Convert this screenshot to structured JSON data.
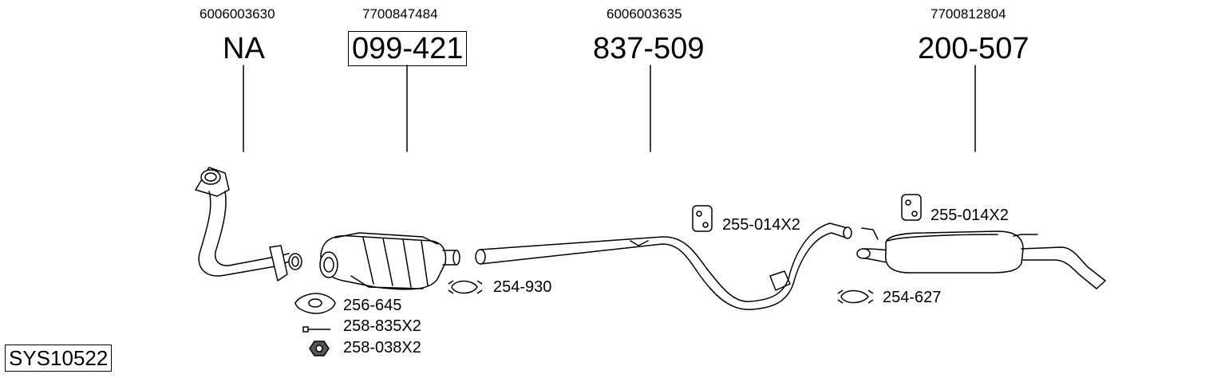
{
  "system_code": "SYS10522",
  "columns": [
    {
      "oe_number": "6006003630",
      "part_number": "NA",
      "boxed": false
    },
    {
      "oe_number": "7700847484",
      "part_number": "099-421",
      "boxed": true
    },
    {
      "oe_number": "6006003635",
      "part_number": "837-509",
      "boxed": false
    },
    {
      "oe_number": "7700812804",
      "part_number": "200-507",
      "boxed": false
    }
  ],
  "accessories": [
    {
      "label": "256-645",
      "icon": "gasket-icon"
    },
    {
      "label": "258-835X2",
      "icon": "bolt-icon"
    },
    {
      "label": "258-038X2",
      "icon": "nut-icon"
    },
    {
      "label": "254-930",
      "icon": "clamp-icon"
    },
    {
      "label": "255-014X2",
      "icon": "hanger-icon"
    },
    {
      "label": "255-014X2",
      "icon": "hanger-icon"
    },
    {
      "label": "254-627",
      "icon": "clamp-icon"
    }
  ]
}
